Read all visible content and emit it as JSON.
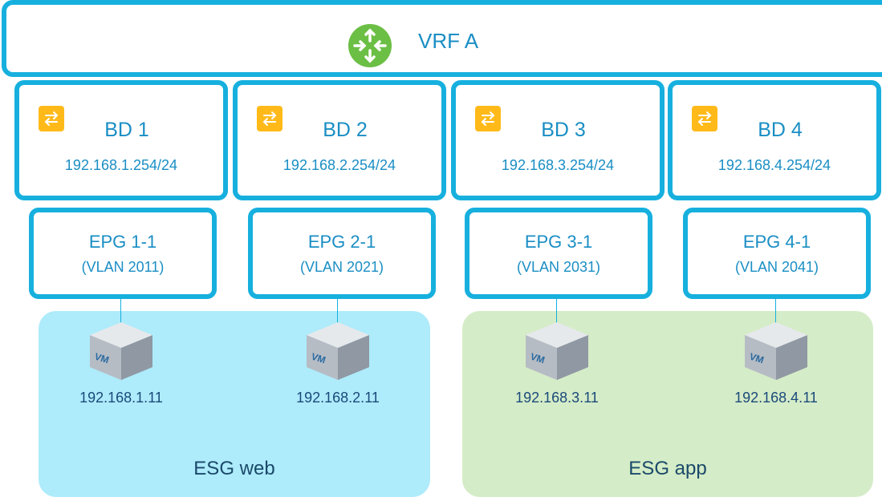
{
  "vrf": {
    "label": "VRF A",
    "icon": "router-icon",
    "border_color": "#17b0de",
    "icon_color": "#6cbf45"
  },
  "bridge_domains": [
    {
      "name": "BD 1",
      "subnet": "192.168.1.254/24"
    },
    {
      "name": "BD 2",
      "subnet": "192.168.2.254/24"
    },
    {
      "name": "BD 3",
      "subnet": "192.168.3.254/24"
    },
    {
      "name": "BD 4",
      "subnet": "192.168.4.254/24"
    }
  ],
  "bd_icon": {
    "name": "switch-icon",
    "color": "#ffba1a"
  },
  "epgs": [
    {
      "name": "EPG 1-1",
      "vlan": "(VLAN 2011)"
    },
    {
      "name": "EPG 2-1",
      "vlan": "(VLAN 2021)"
    },
    {
      "name": "EPG 3-1",
      "vlan": "(VLAN 2031)"
    },
    {
      "name": "EPG 4-1",
      "vlan": "(VLAN 2041)"
    }
  ],
  "vms": [
    {
      "label": "VM",
      "ip": "192.168.1.11"
    },
    {
      "label": "VM",
      "ip": "192.168.2.11"
    },
    {
      "label": "VM",
      "ip": "192.168.3.11"
    },
    {
      "label": "VM",
      "ip": "192.168.4.11"
    }
  ],
  "esgs": [
    {
      "label": "ESG web",
      "color": "#aeebfb"
    },
    {
      "label": "ESG app",
      "color": "#d5ecc8"
    }
  ]
}
